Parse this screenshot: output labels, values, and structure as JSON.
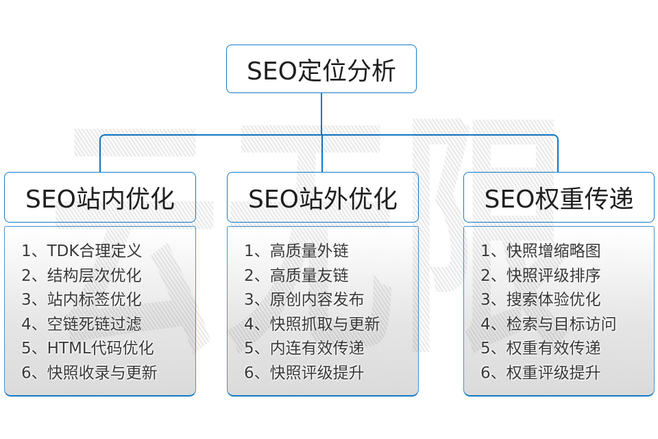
{
  "watermark": {
    "text": "云无限"
  },
  "root": {
    "title": "SEO定位分析"
  },
  "columns": [
    {
      "title": "SEO站内优化",
      "items": [
        "1、TDK合理定义",
        "2、结构层次优化",
        "3、站内标签优化",
        "4、空链死链过滤",
        "5、HTML代码优化",
        "6、快照收录与更新"
      ]
    },
    {
      "title": "SEO站外优化",
      "items": [
        "1、高质量外链",
        "2、高质量友链",
        "3、原创内容发布",
        "4、快照抓取与更新",
        "5、内连有效传递",
        "6、快照评级提升"
      ]
    },
    {
      "title": "SEO权重传递",
      "items": [
        "1、快照增缩略图",
        "2、快照评级排序",
        "3、搜索体验优化",
        "4、检索与目标访问",
        "5、权重有效传递",
        "6、权重评级提升"
      ]
    }
  ],
  "colors": {
    "node_border_blue": "#1279c8",
    "connector_blue": "#0f76c6",
    "panel_gradient_top": "#ffffff",
    "panel_gradient_bottom": "#d8d8d8",
    "watermark_gray": "#ececec",
    "text_dark": "#1f1f1f",
    "list_text": "#383838"
  }
}
